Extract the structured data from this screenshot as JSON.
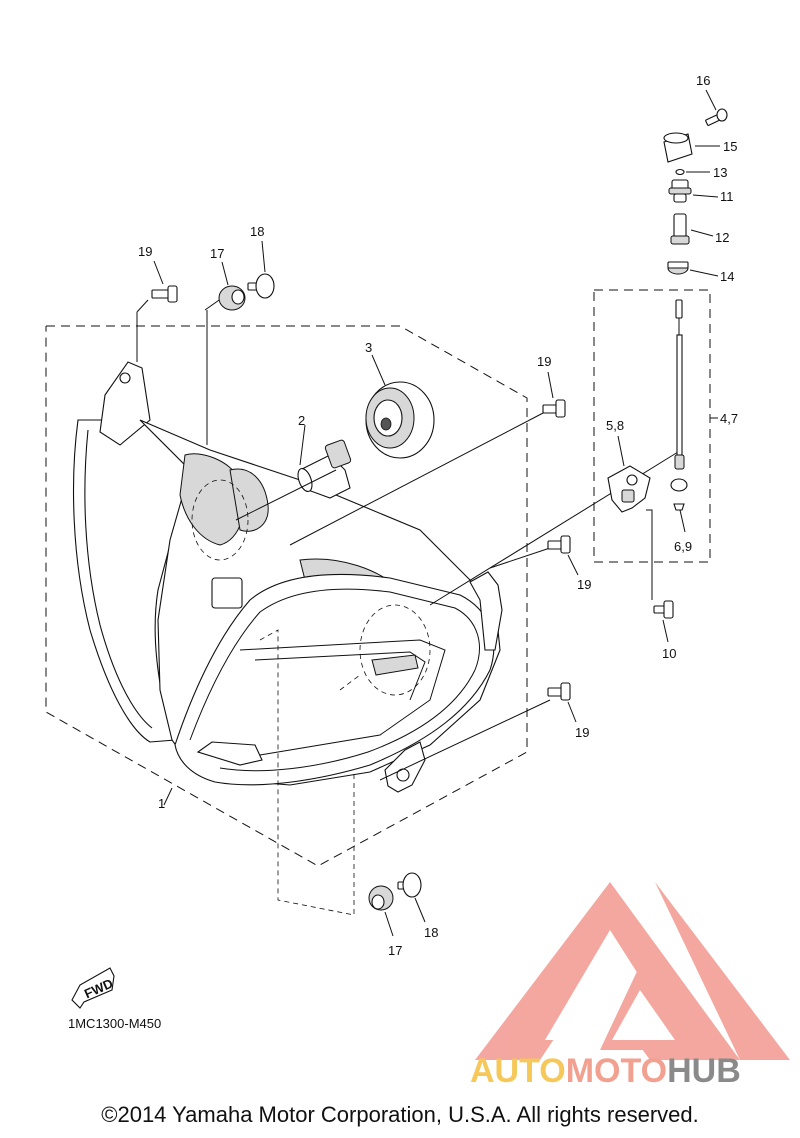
{
  "labels": {
    "l1": "1",
    "l2": "2",
    "l3": "3",
    "l4_7": "4,7",
    "l5_8": "5,8",
    "l6_9": "6,9",
    "l10": "10",
    "l11": "11",
    "l12": "12",
    "l13": "13",
    "l14": "14",
    "l15": "15",
    "l16": "16",
    "l17_top": "17",
    "l18_top": "18",
    "l19_top": "19",
    "l19_mid": "19",
    "l19_lower": "19",
    "l19_bottom": "19",
    "l17_bottom": "17",
    "l18_bottom": "18"
  },
  "fwd_label": "FWD",
  "diagram_code": "1MC1300-M450",
  "copyright": "©2014 Yamaha Motor Corporation, U.S.A. All rights reserved.",
  "watermark": {
    "part1": "AUTO",
    "part2": "MOTO",
    "part3": "HUB"
  },
  "colors": {
    "watermark_red": "#f08a80",
    "watermark_yellow": "#f6c85a",
    "watermark_gray": "#8a8a8a"
  }
}
